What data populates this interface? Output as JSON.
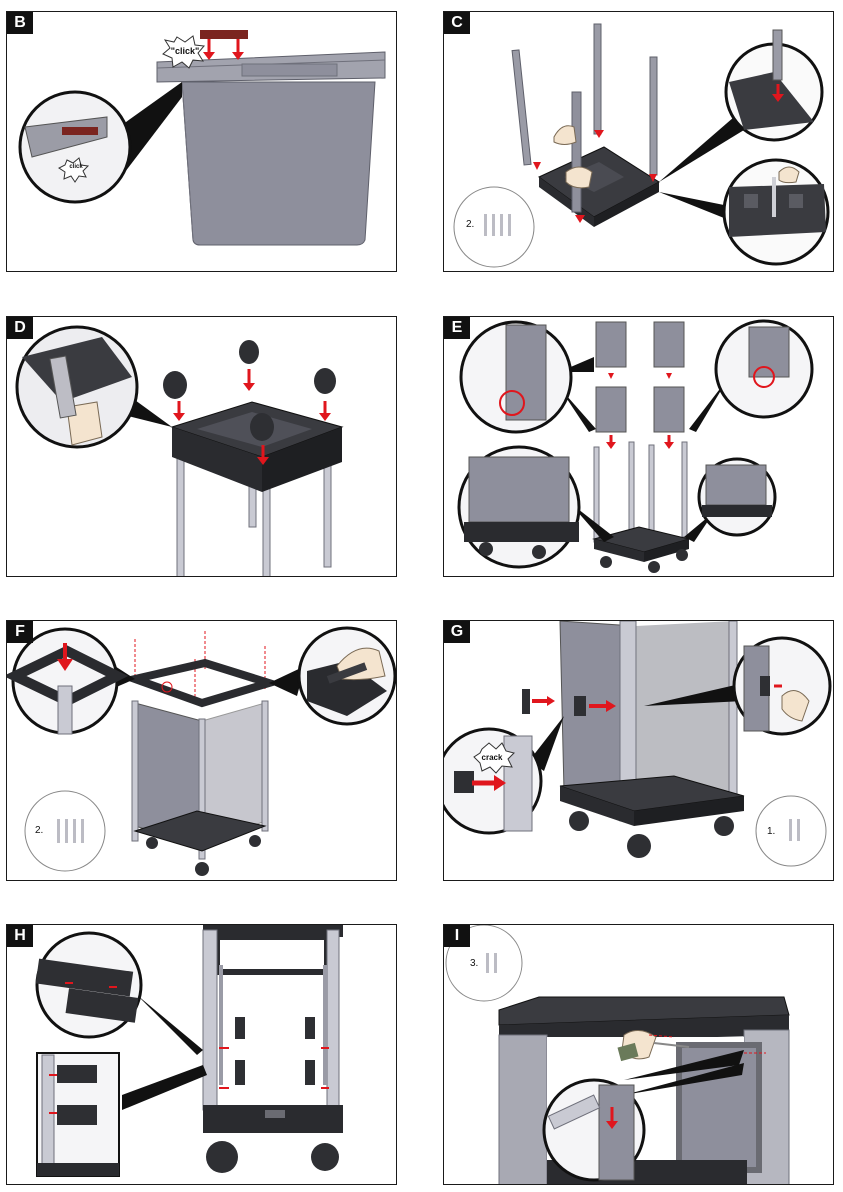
{
  "steps": [
    {
      "label": "B",
      "callout": "\"click\"",
      "detail_callout": "click"
    },
    {
      "label": "C",
      "hardware": "2."
    },
    {
      "label": "D"
    },
    {
      "label": "E"
    },
    {
      "label": "F",
      "hardware": "2."
    },
    {
      "label": "G",
      "callout": "crack",
      "hardware": "1."
    },
    {
      "label": "H"
    },
    {
      "label": "I",
      "hardware": "3."
    }
  ],
  "colors": {
    "panel_body": "#8e8f9c",
    "frame_dark": "#2e2f33",
    "arrow_red": "#e0161d",
    "pole": "#c9cad3",
    "label_bg": "#111111"
  }
}
